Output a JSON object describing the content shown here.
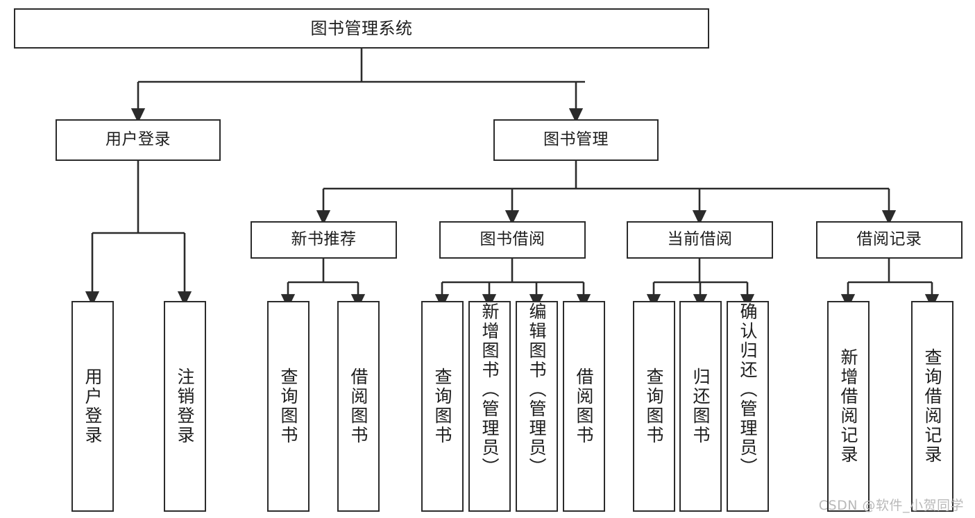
{
  "diagram": {
    "type": "tree",
    "title": "图书管理系统",
    "orientation": "top-down",
    "line_color": "#2b2b2b",
    "box_fill": "#ffffff",
    "text_color": "#1d1d1d",
    "root": {
      "label": "图书管理系统"
    },
    "level2": [
      {
        "label": "用户登录"
      },
      {
        "label": "图书管理"
      }
    ],
    "level3": [
      {
        "label": "新书推荐"
      },
      {
        "label": "图书借阅"
      },
      {
        "label": "当前借阅"
      },
      {
        "label": "借阅记录"
      }
    ],
    "leaves": {
      "user_login": [
        {
          "label": "用户登录"
        },
        {
          "label": "注销登录"
        }
      ],
      "new_book_recommend": [
        {
          "label": "查询图书"
        },
        {
          "label": "借阅图书"
        }
      ],
      "book_borrow": [
        {
          "label": "查询图书"
        },
        {
          "label": "新增图书（管理员）"
        },
        {
          "label": "编辑图书（管理员）"
        },
        {
          "label": "借阅图书"
        }
      ],
      "current_borrow": [
        {
          "label": "查询图书"
        },
        {
          "label": "归还图书"
        },
        {
          "label": "确认归还（管理员）"
        }
      ],
      "borrow_record": [
        {
          "label": "新增借阅记录"
        },
        {
          "label": "查询借阅记录"
        }
      ]
    }
  },
  "watermark": {
    "text": "CSDN @软件_小贺同学"
  }
}
